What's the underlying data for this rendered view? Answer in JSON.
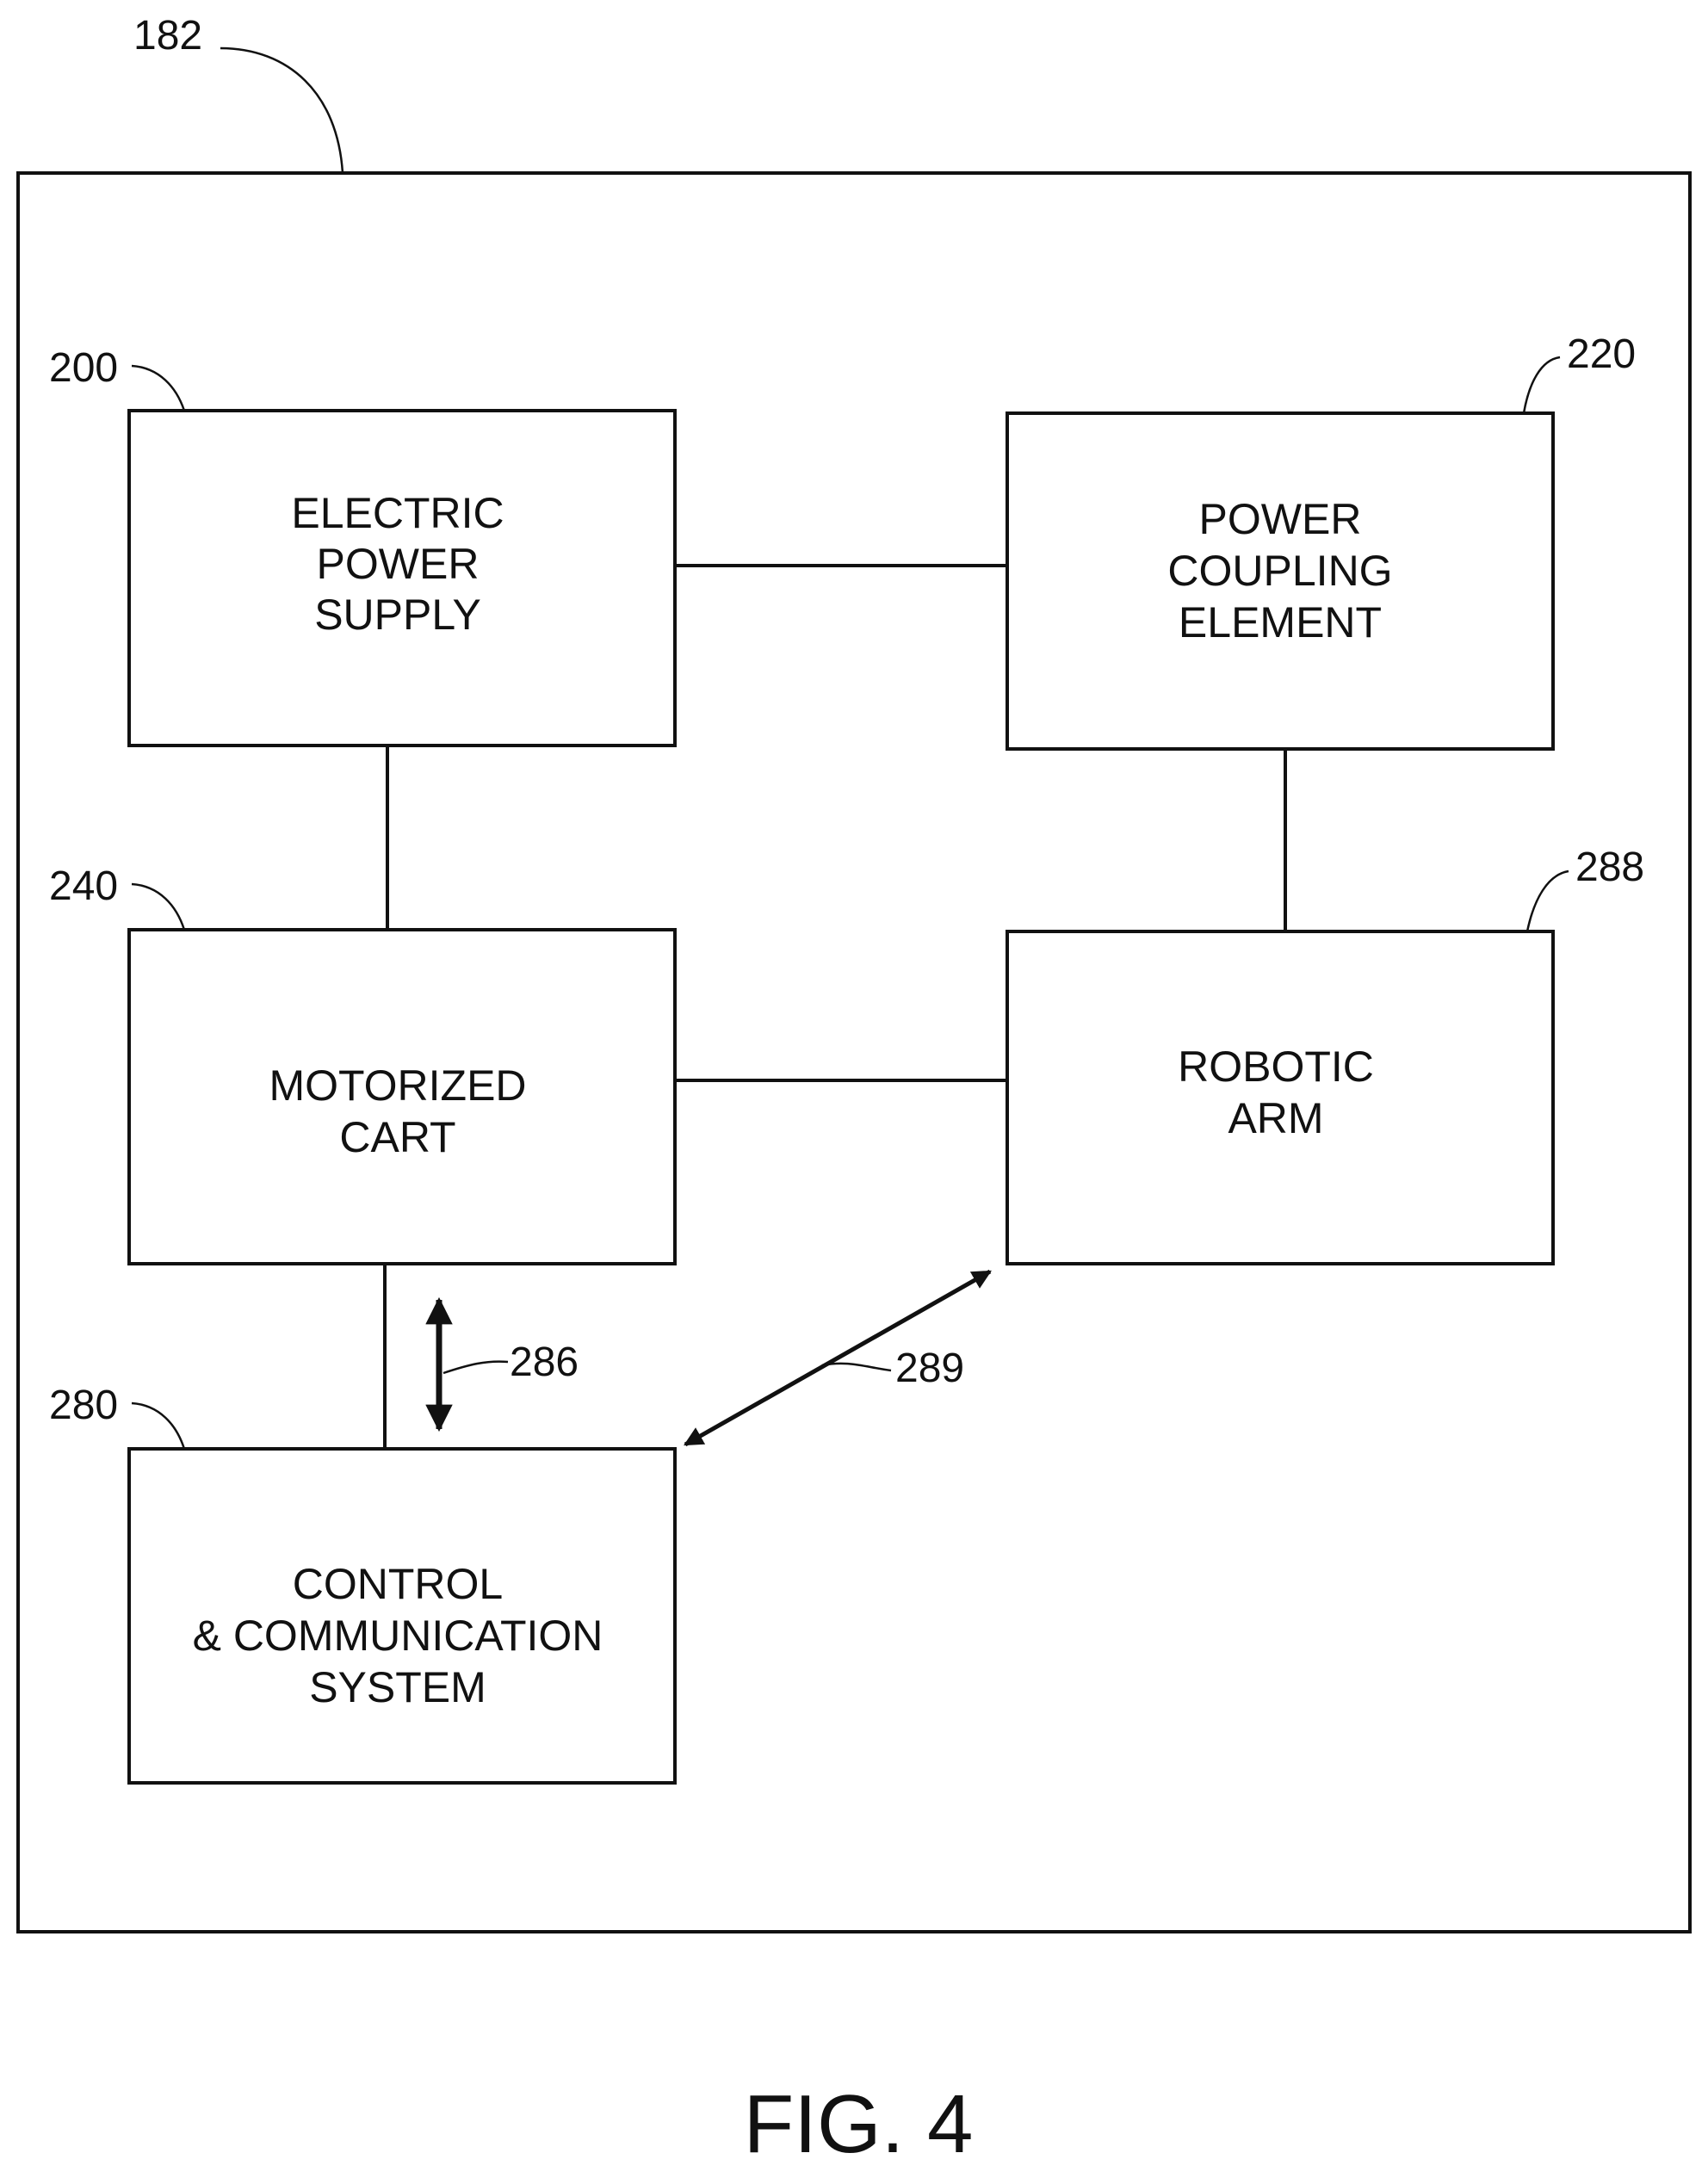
{
  "outer": {
    "ref": "182"
  },
  "blocks": {
    "electric_power_supply": {
      "ref": "200",
      "lines": [
        "ELECTRIC",
        "POWER",
        "SUPPLY"
      ]
    },
    "power_coupling_element": {
      "ref": "220",
      "lines": [
        "POWER",
        "COUPLING",
        "ELEMENT"
      ]
    },
    "motorized_cart": {
      "ref": "240",
      "lines": [
        "MOTORIZED",
        "CART"
      ]
    },
    "robotic_arm": {
      "ref": "288",
      "lines": [
        "ROBOTIC",
        "ARM"
      ]
    },
    "control_communication_system": {
      "ref": "280",
      "lines": [
        "CONTROL",
        "& COMMUNICATION",
        "SYSTEM"
      ]
    }
  },
  "arrows": {
    "vertical": {
      "ref": "286"
    },
    "diagonal": {
      "ref": "289"
    }
  },
  "figure_label": "FIG. 4",
  "colors": {
    "stroke": "#111111",
    "background": "#ffffff"
  }
}
